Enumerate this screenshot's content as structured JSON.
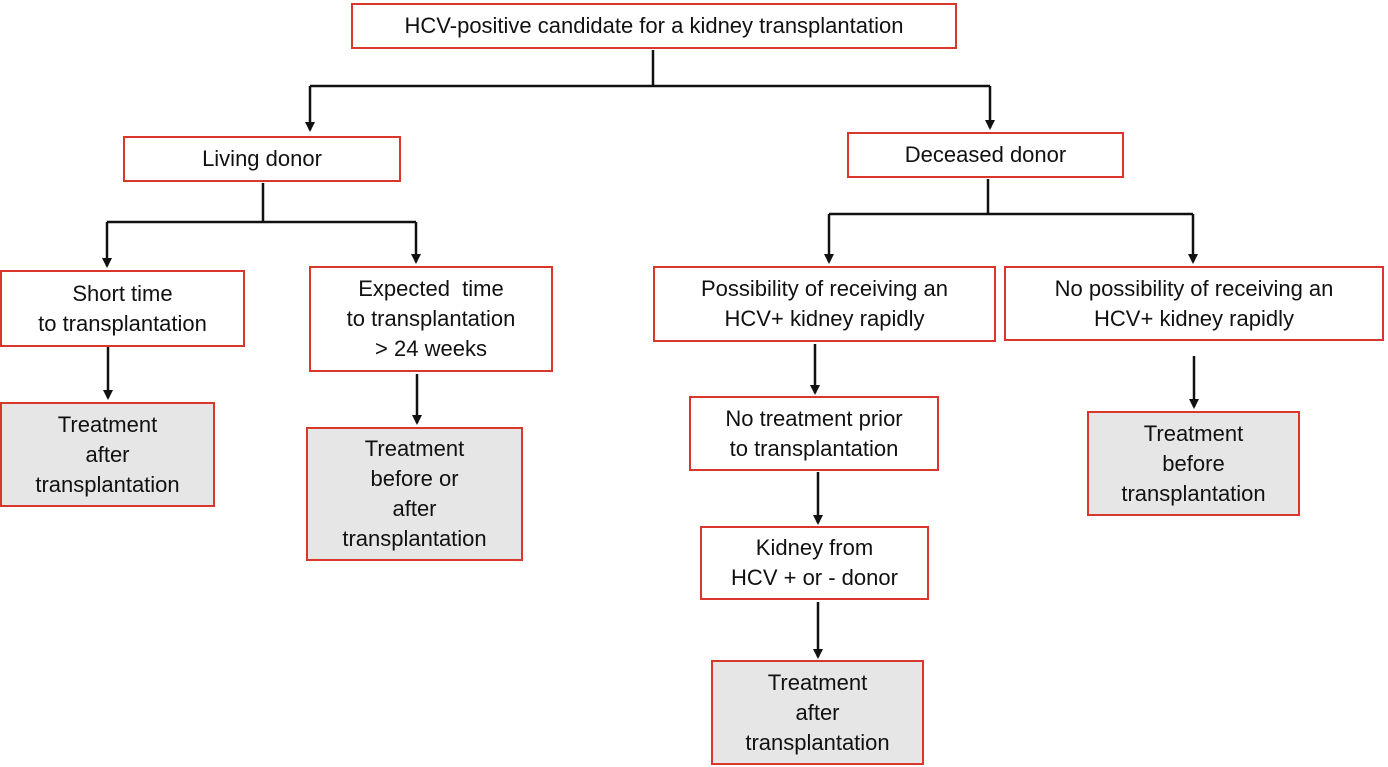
{
  "flowchart": {
    "root": {
      "lines": [
        "HCV-positive candidate for a kidney transplantation"
      ]
    },
    "living_donor": {
      "lines": [
        "Living donor"
      ]
    },
    "deceased_donor": {
      "lines": [
        "Deceased donor"
      ]
    },
    "short_time": {
      "lines": [
        "Short time",
        "to transplantation"
      ]
    },
    "expected_time": {
      "lines": [
        "Expected  time",
        "to transplantation",
        "> 24 weeks"
      ]
    },
    "possibility": {
      "lines": [
        "Possibility of receiving an",
        "HCV+ kidney rapidly"
      ]
    },
    "no_possibility": {
      "lines": [
        "No possibility of receiving an",
        "HCV+ kidney rapidly"
      ]
    },
    "no_treatment_prior": {
      "lines": [
        "No treatment prior",
        "to transplantation"
      ]
    },
    "kidney_from_donor": {
      "lines": [
        "Kidney from",
        "HCV + or - donor"
      ]
    },
    "outcome_short_time": {
      "lines": [
        "Treatment",
        "after",
        "transplantation"
      ]
    },
    "outcome_expected_time": {
      "lines": [
        "Treatment",
        "before or",
        "after",
        "transplantation"
      ]
    },
    "outcome_no_possibility": {
      "lines": [
        "Treatment",
        "before",
        "transplantation"
      ]
    },
    "outcome_kidney_from_donor": {
      "lines": [
        "Treatment",
        "after",
        "transplantation"
      ]
    }
  },
  "colors": {
    "box_border": "#d9372b",
    "outcome_fill": "#e6e6e6",
    "connector": "#111111"
  }
}
